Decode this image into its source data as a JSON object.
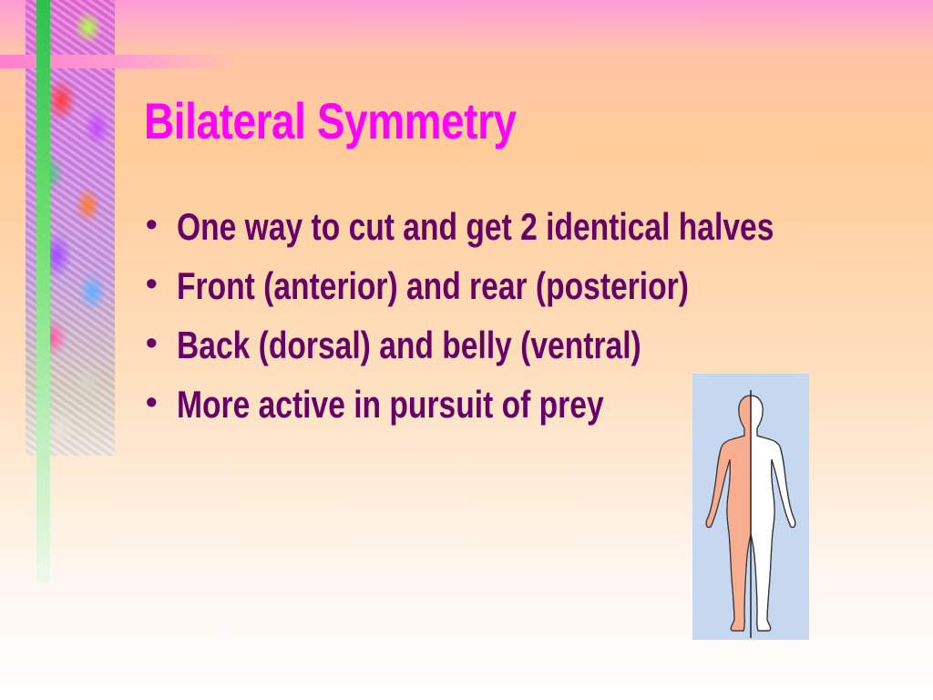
{
  "slide": {
    "title": "Bilateral Symmetry",
    "bullets": [
      "One way to cut and get 2 identical halves",
      "Front (anterior) and rear (posterior)",
      "Back (dorsal) and belly (ventral)",
      "More active in pursuit of prey"
    ],
    "bullet_glyph": "•"
  },
  "colors": {
    "title": "#ff00ff",
    "body_text": "#660066",
    "figure_left_half": "#f7ad8f",
    "figure_background": "#c6d8f0"
  },
  "figure": {
    "icon": "human-body-bilateral-symmetry-icon"
  }
}
